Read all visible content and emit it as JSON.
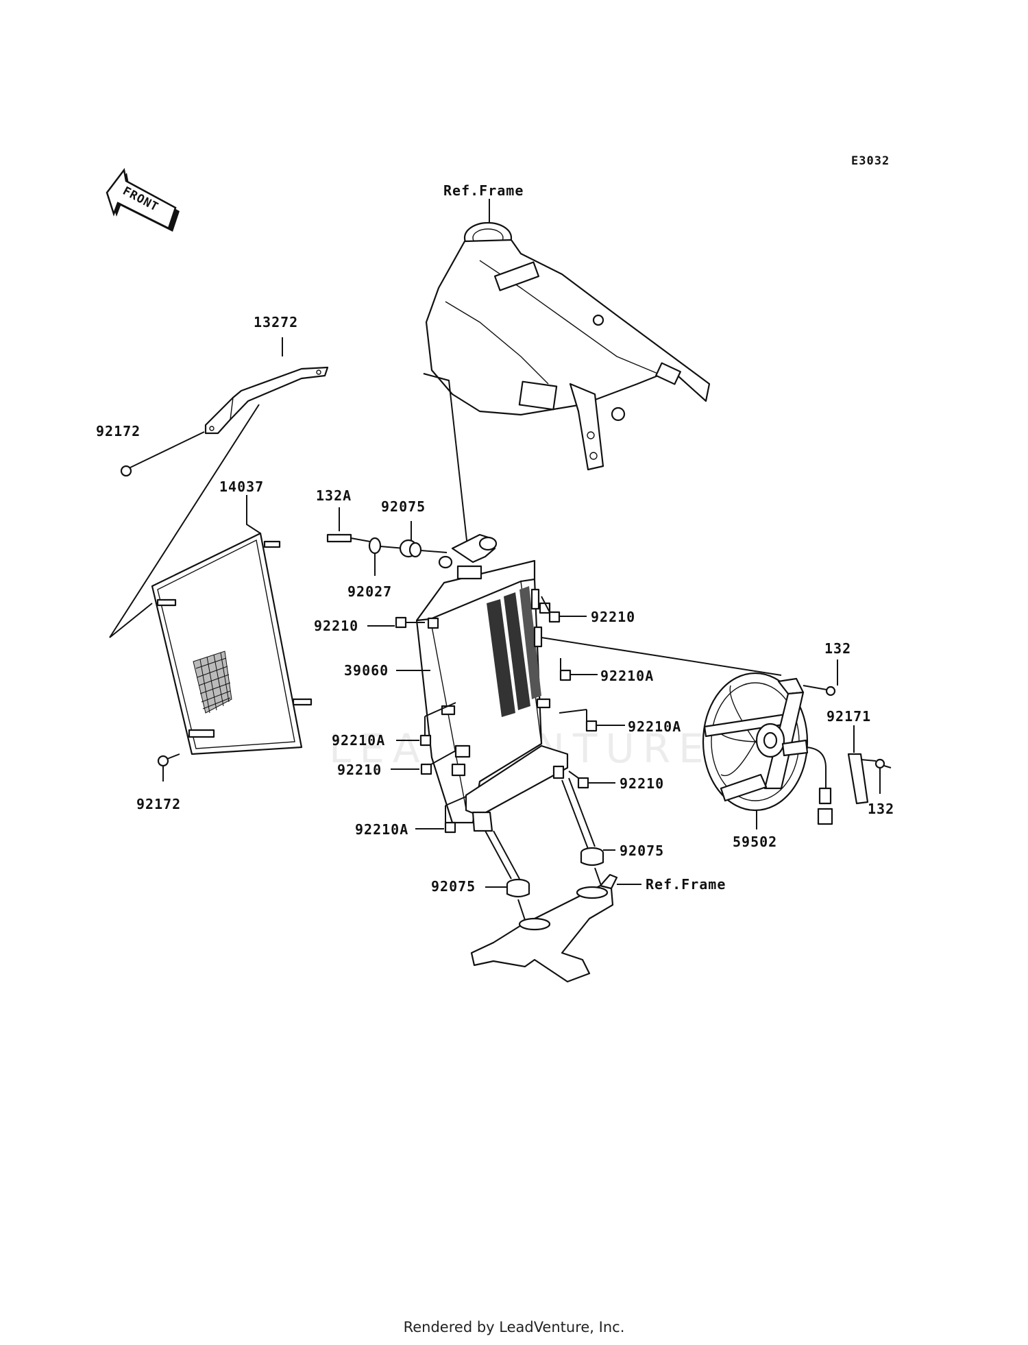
{
  "diagram": {
    "code": "E3032",
    "front_label": "FRONT",
    "watermark": "LEADVENTURE",
    "footer": "Rendered by LeadVenture, Inc.",
    "labels": {
      "ref_frame_top": "Ref.Frame",
      "ref_frame_bottom": "Ref.Frame",
      "p13272": "13272",
      "p92172_top": "92172",
      "p14037": "14037",
      "p92172_bottom": "92172",
      "p132A": "132A",
      "p92075_top": "92075",
      "p92027": "92027",
      "p92210_left_top": "92210",
      "p39060": "39060",
      "p92210A_left": "92210A",
      "p92210_left_mid": "92210",
      "p92210A_left_bottom": "92210A",
      "p92210_right_top": "92210",
      "p92210A_right_1": "92210A",
      "p92210A_right_2": "92210A",
      "p92210_right_bottom": "92210",
      "p92075_right": "92075",
      "p92075_bottom": "92075",
      "p132_top": "132",
      "p92171": "92171",
      "p132_bottom": "132",
      "p59502": "59502"
    }
  }
}
